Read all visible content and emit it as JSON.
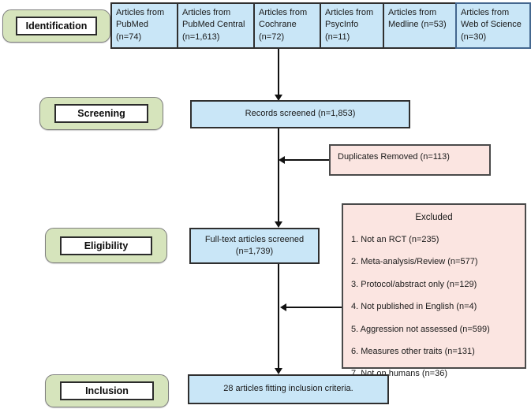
{
  "stages": [
    {
      "label": "Identification"
    },
    {
      "label": "Screening"
    },
    {
      "label": "Eligibility"
    },
    {
      "label": "Inclusion"
    }
  ],
  "sources": [
    "Articles from PubMed (n=74)",
    "Articles from PubMed Central (n=1,613)",
    "Articles from Cochrane (n=72)",
    "Articles from PsycInfo (n=11)",
    "Articles from Medline (n=53)",
    "Articles from Web of Science (n=30)"
  ],
  "flow": {
    "records_screened": "Records screened (n=1,853)",
    "duplicates_removed": "Duplicates Removed (n=113)",
    "fulltext_screened": "Full-text articles screened (n=1,739)",
    "inclusion_result": "28 articles fitting inclusion criteria."
  },
  "excluded": {
    "title": "Excluded",
    "items": [
      "1. Not an RCT (n=235)",
      "2. Meta-analysis/Review (n=577)",
      "3. Protocol/abstract only (n=129)",
      "4. Not published in English (n=4)",
      "5. Aggression not assessed (n=599)",
      "6. Measures other traits (n=131)",
      "7. Not on humans (n=36)"
    ]
  },
  "colors": {
    "box_blue": "#c9e6f7",
    "box_pink": "#fbe5e1",
    "stage_green": "#d6e4bc",
    "border_dark": "#2f2f2f",
    "border_blue_alt": "#44678f",
    "arrow_black": "#111111"
  }
}
